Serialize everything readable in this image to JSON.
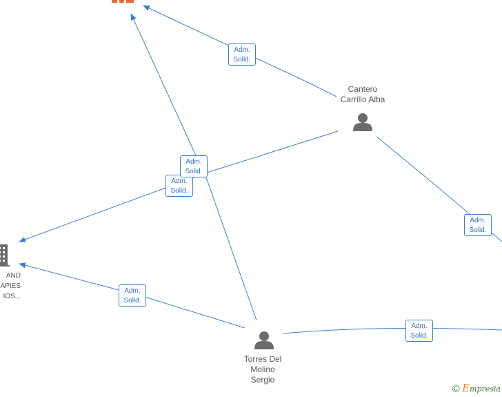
{
  "nodes": {
    "cantero": {
      "label": "Cantero\nCarrillo Alba",
      "type": "person"
    },
    "torres": {
      "label": "Torres Del\nMolino\nSergio",
      "type": "person"
    },
    "company_left": {
      "label": "AND\nAPIES\nIOS...",
      "type": "company"
    },
    "company_top": {
      "label": "",
      "type": "company"
    }
  },
  "edges": [
    {
      "from": "cantero",
      "to": "company_top",
      "label": "Adm.\nSolid."
    },
    {
      "from": "cantero",
      "to": "company_left",
      "label": "Adm.\nSolid."
    },
    {
      "from": "torres",
      "to": "company_top",
      "label": "Adm.\nSolid."
    },
    {
      "from": "torres",
      "to": "company_left",
      "label": "Adm.\nSolid."
    },
    {
      "from": "cantero",
      "to": "offscreen_right",
      "label": "Adm.\nSolid."
    },
    {
      "from": "torres",
      "to": "offscreen_right",
      "label": "Adm.\nSolid."
    }
  ],
  "colors": {
    "edge": "#3a7fd0",
    "person_icon": "#6b6b6b",
    "company_icon": "#6b6b6b",
    "company_top_icon": "#f06a30"
  },
  "brand": {
    "copyright": "©",
    "initial": "E",
    "rest": "mpresia"
  }
}
